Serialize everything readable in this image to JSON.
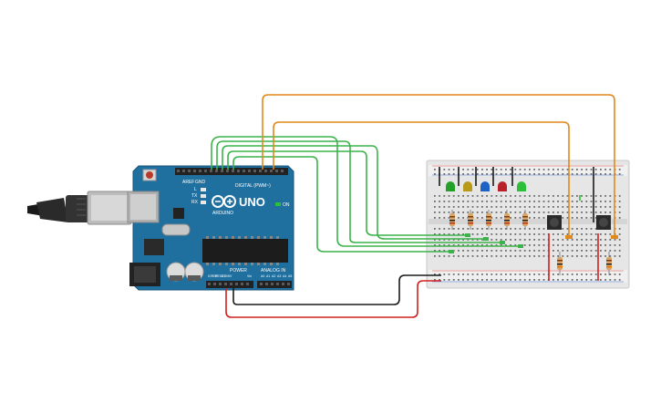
{
  "board": {
    "brand": "ARDUINO",
    "model": "UNO",
    "label_digital": "DIGITAL (PWM~)",
    "label_power": "POWER",
    "label_analog": "ANALOG IN",
    "label_on": "ON",
    "label_tx": "TX",
    "label_rx": "RX",
    "label_l": "L",
    "label_aref": "AREF",
    "label_gnd": "GND",
    "label_ioref": "IOREF",
    "label_reset": "RESET",
    "label_3v3": "3.3V",
    "label_5v": "5V",
    "label_vin": "Vin",
    "label_a0": "A0",
    "label_a1": "A1",
    "label_a2": "A2",
    "label_a3": "A3",
    "label_a4": "A4",
    "label_a5": "A5",
    "color_pcb": "#1f6f9f"
  },
  "components": {
    "leds": [
      {
        "color": "#22a02a"
      },
      {
        "color": "#b89a18"
      },
      {
        "color": "#1d63c4"
      },
      {
        "color": "#b8202a"
      },
      {
        "color": "#2bbf3a"
      }
    ]
  },
  "wires": {
    "signal_color": "#3cb34a",
    "button_color": "#e0891c",
    "ground_color": "#1a1a1a",
    "power_color": "#d0201f"
  }
}
